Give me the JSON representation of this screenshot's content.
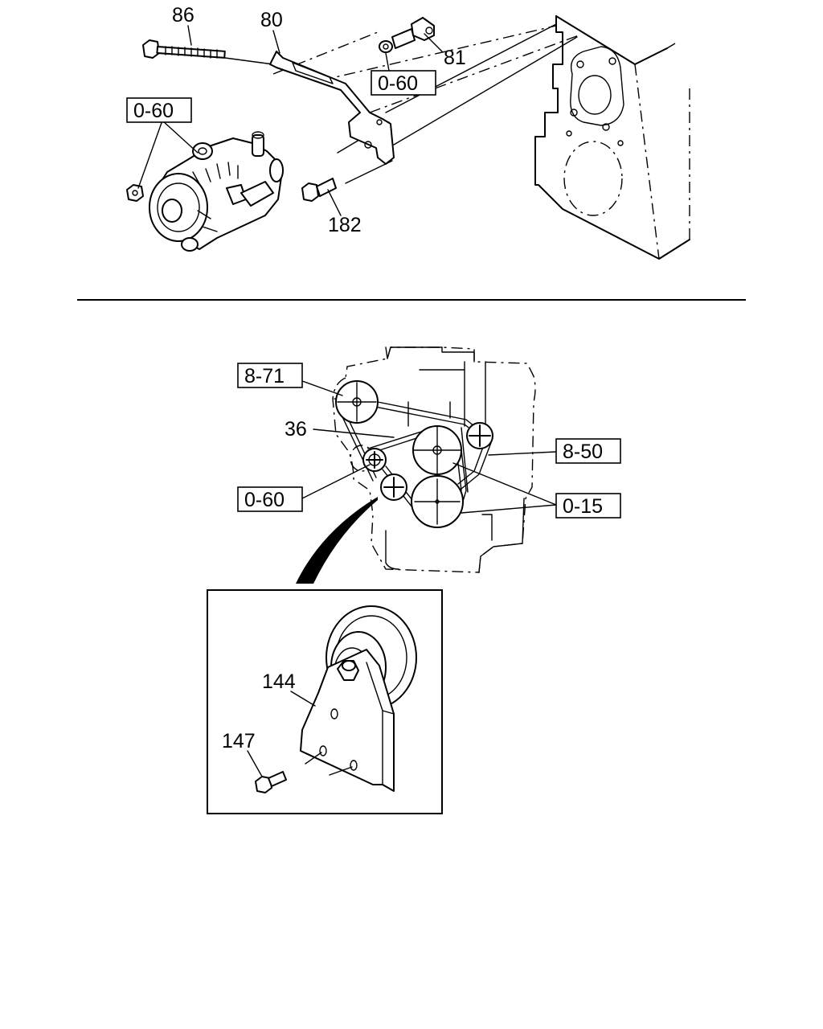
{
  "callouts": {
    "c86": "86",
    "c80": "80",
    "c81": "81",
    "ref_top_right": "0-60",
    "ref_top_left": "0-60",
    "c182": "182",
    "ref_871": "8-71",
    "c36": "36",
    "ref_850": "8-50",
    "ref_060_mid": "0-60",
    "ref_015": "0-15",
    "c144": "144",
    "c147": "147"
  }
}
